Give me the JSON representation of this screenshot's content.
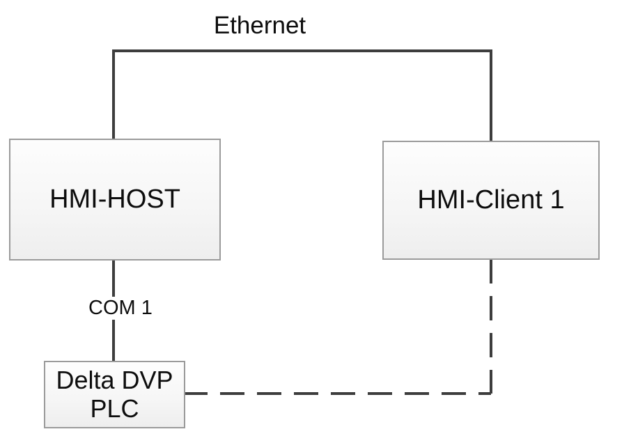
{
  "diagram": {
    "type": "network-topology",
    "labels": {
      "ethernet": "Ethernet",
      "com1": "COM 1"
    },
    "nodes": {
      "host": {
        "label": "HMI-HOST"
      },
      "client": {
        "label": "HMI-Client 1"
      },
      "plc": {
        "label_lines": [
          "Delta DVP",
          "PLC"
        ],
        "label_full": "Delta DVP PLC"
      }
    },
    "connections": [
      {
        "from": "HMI-HOST",
        "to": "HMI-Client 1",
        "style": "solid",
        "label": "Ethernet"
      },
      {
        "from": "HMI-HOST",
        "to": "Delta DVP PLC",
        "style": "solid",
        "label": "COM 1"
      },
      {
        "from": "HMI-Client 1",
        "to": "Delta DVP PLC",
        "style": "dashed",
        "label": ""
      }
    ],
    "colors": {
      "wire": "#3d3d3d",
      "box_border": "#9a9a9a",
      "box_fill_top": "#fdfdfd",
      "box_fill_bottom": "#eeeeee",
      "text": "#0d0d0d",
      "background": "#ffffff"
    }
  }
}
